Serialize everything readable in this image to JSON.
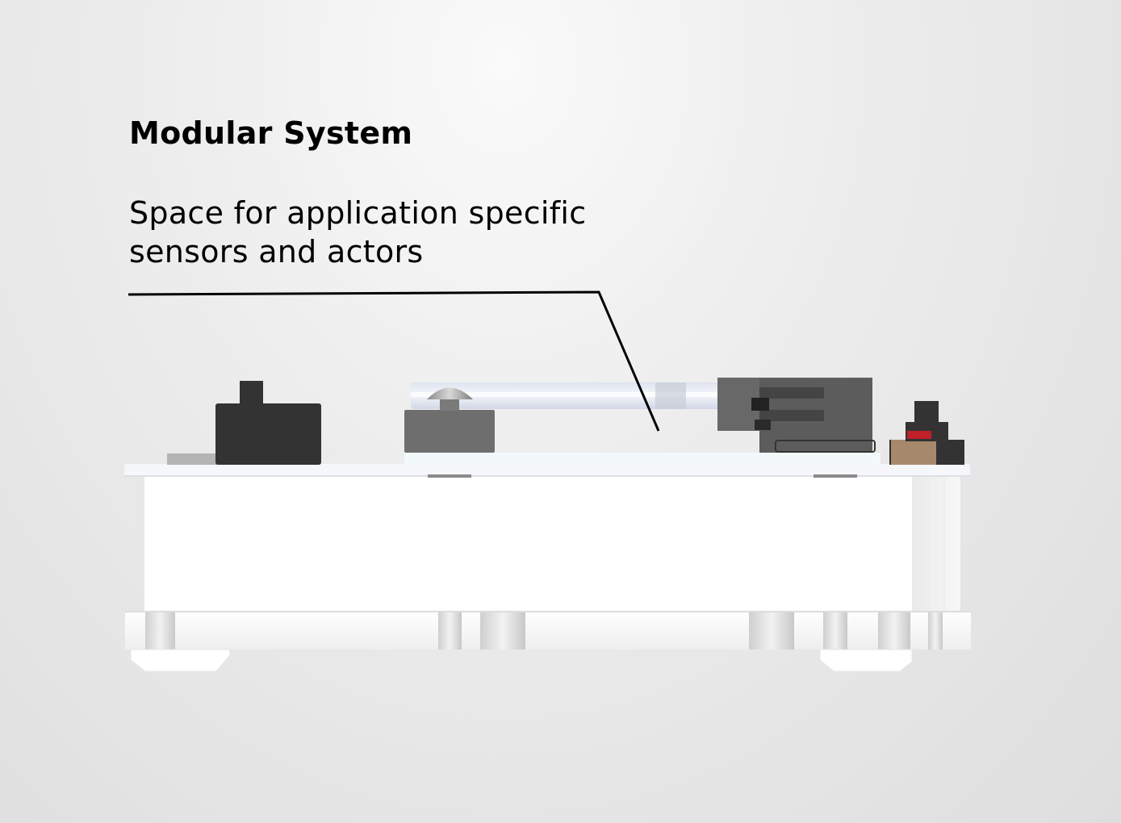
{
  "heading": "Modular System",
  "description": {
    "line1": "Space for application specific",
    "line2": "sensors and actors"
  },
  "colors": {
    "text": "#000000",
    "leader_line": "#000000",
    "component_dark": "#333333",
    "component_gray": "#6b6b6b",
    "button_red": "#c0202a",
    "connector_tan": "#a6896d",
    "housing_white": "#ffffff"
  }
}
